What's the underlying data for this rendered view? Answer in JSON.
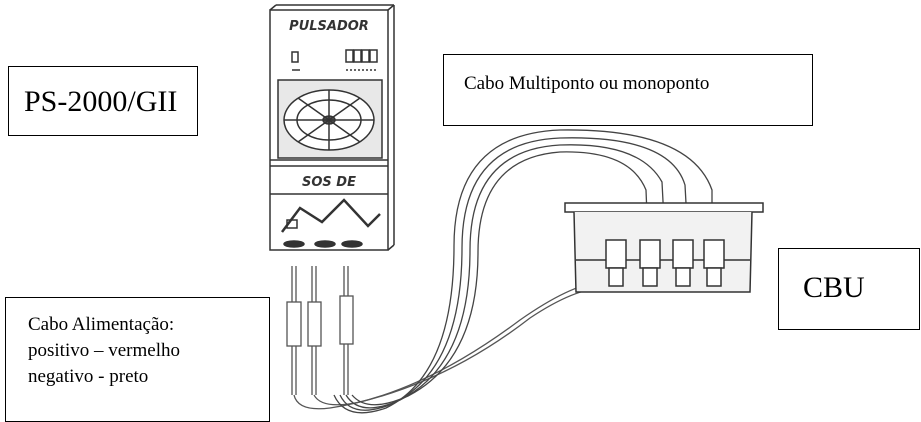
{
  "labels": {
    "device_model": "PS-2000/GII",
    "signal_cable": "Cabo Multiponto ou monoponto",
    "cbu": "CBU",
    "power_cable": {
      "title": "Cabo Alimentação:",
      "positive": "positivo – vermelho",
      "negative": "negativo - preto"
    }
  },
  "device_panel": {
    "top_label": "PULSADOR",
    "bottom_label": "SOS DE"
  },
  "icons": [
    "device-drawing",
    "cbu-connector-block",
    "power-leads",
    "signal-cable-bundle"
  ]
}
